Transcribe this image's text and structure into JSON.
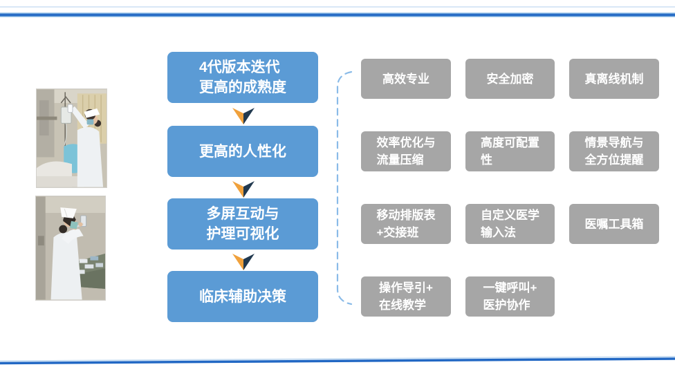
{
  "theme": {
    "flow_box_color": "#5B9BD5",
    "feature_box_color": "#A6A6A6",
    "arrow_orange": "#F0A13C",
    "arrow_navy": "#21394F",
    "border_line_blue": "#2268C4",
    "brace_blue": "#8ABBE8",
    "text_color": "#FFFFFF"
  },
  "photos": {
    "photo1_alt": "护士扫描输液袋的照片",
    "photo2_alt": "护士在治疗台配药的照片"
  },
  "flow": {
    "steps": [
      {
        "label": "4代版本迭代\n更高的成熟度"
      },
      {
        "label": "更高的人性化"
      },
      {
        "label": "多屏互动与\n护理可视化"
      },
      {
        "label": "临床辅助决策"
      }
    ]
  },
  "features": {
    "items": [
      {
        "label": "高效专业"
      },
      {
        "label": "安全加密"
      },
      {
        "label": "真离线机制"
      },
      {
        "label": "效率优化与\n流量压缩"
      },
      {
        "label": "高度可配置\n性"
      },
      {
        "label": "情景导航与\n全方位提醒"
      },
      {
        "label": "移动排版表\n+交接班"
      },
      {
        "label": "自定义医学\n输入法"
      },
      {
        "label": "医嘱工具箱"
      },
      {
        "label": "操作导引+\n在线教学"
      },
      {
        "label": "一键呼叫+\n医护协作"
      }
    ]
  }
}
